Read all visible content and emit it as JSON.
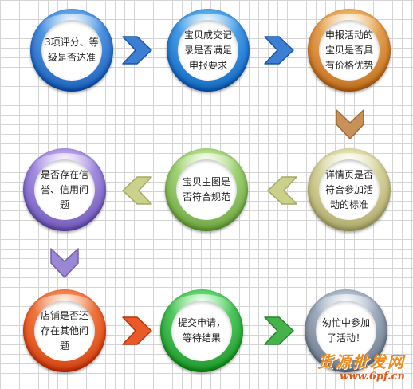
{
  "steps": [
    {
      "text": "3项评分、等级是否达准",
      "color": "#3a7fd4"
    },
    {
      "text": "宝贝成交记录是否满足申报要求",
      "color": "#2f86d8"
    },
    {
      "text": "申报活动的宝贝是否具有价格优势",
      "color": "#d88c3c"
    },
    {
      "text": "详情页是否符合参加活动的标准",
      "color": "#c8c48a"
    },
    {
      "text": "宝贝主图是否符合规范",
      "color": "#8cc060"
    },
    {
      "text": "是否存在信誉、信用问题",
      "color": "#8f78d2"
    },
    {
      "text": "店铺是否还存在其他问题",
      "color": "#e8602a"
    },
    {
      "text": "提交申请，等待结果",
      "color": "#3cb44a"
    },
    {
      "text": "匆忙中参加了活动！",
      "color": "#8a97a8"
    }
  ],
  "arrow_colors": {
    "row1": "#3c7fd2",
    "down1": "#c9915a",
    "row2": "#cbd08a",
    "down2": "#9c86d6",
    "row3a": "#e85a2a",
    "row3b": "#46b24c"
  },
  "watermark": {
    "main": "货源批发网",
    "url": "www.6pf.cn"
  }
}
